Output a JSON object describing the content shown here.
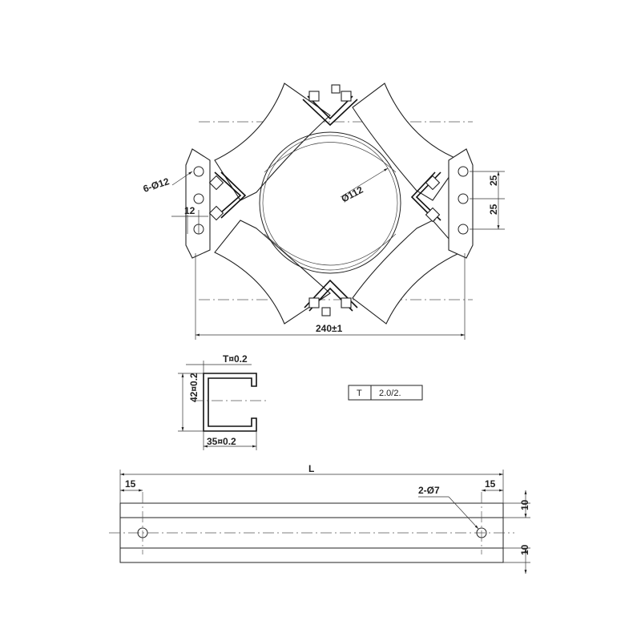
{
  "top_view": {
    "dim_holes": "6-Ø12",
    "dim_diameter": "Ø112",
    "dim_edge": "12",
    "dim_pitch_upper": "25",
    "dim_pitch_lower": "25",
    "dim_width": "240±1"
  },
  "channel_section": {
    "dim_thickness": "T¤0.2",
    "dim_height": "42¤0.2",
    "dim_width": "35¤0.2"
  },
  "spec_table": {
    "key": "T",
    "value": "2.0/2."
  },
  "strip_view": {
    "dim_length": "L",
    "dim_left_offset": "15",
    "dim_right_offset": "15",
    "dim_holes": "2-Ø7",
    "dim_top_band": "10",
    "dim_bottom_band": "10"
  }
}
